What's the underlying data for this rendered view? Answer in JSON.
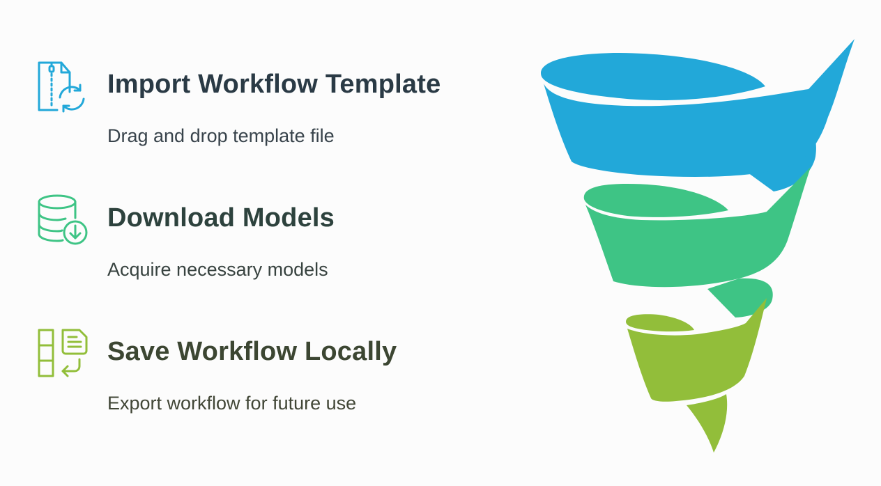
{
  "steps": [
    {
      "title": "Import Workflow Template",
      "description": "Drag and drop template file",
      "icon": "zip-file-refresh-icon",
      "color": "#22a8d9"
    },
    {
      "title": "Download Models",
      "description": "Acquire necessary models",
      "icon": "database-download-icon",
      "color": "#3ec485"
    },
    {
      "title": "Save Workflow Locally",
      "description": "Export workflow for future use",
      "icon": "save-document-icon",
      "color": "#92be3a"
    }
  ],
  "funnel": {
    "colors": [
      "#22a8d9",
      "#3ec485",
      "#92be3a"
    ]
  }
}
